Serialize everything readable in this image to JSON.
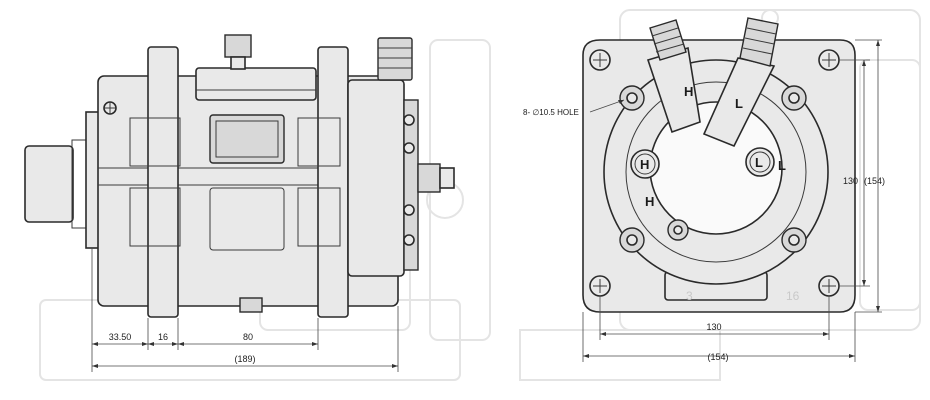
{
  "side_view": {
    "dims": {
      "d1": "33.50",
      "d2": "16",
      "d3": "80",
      "total": "(189)"
    }
  },
  "front_view": {
    "hole_note": "8- ∅10.5 HOLE",
    "port_labels": {
      "h_fitting": "H",
      "l_fitting": "L",
      "h_circle": "H",
      "l_circle": "L",
      "l_side": "L",
      "h_body": "H"
    },
    "dims": {
      "width_inner": "130",
      "width_outer": "(154)",
      "height_inner": "130",
      "height_outer": "(154)"
    },
    "background_marks": {
      "left": "3",
      "right": "16"
    }
  },
  "colors": {
    "line": "#2a2a2a",
    "fill": "#e9e9e9",
    "ghost": "#e4e4e4"
  }
}
